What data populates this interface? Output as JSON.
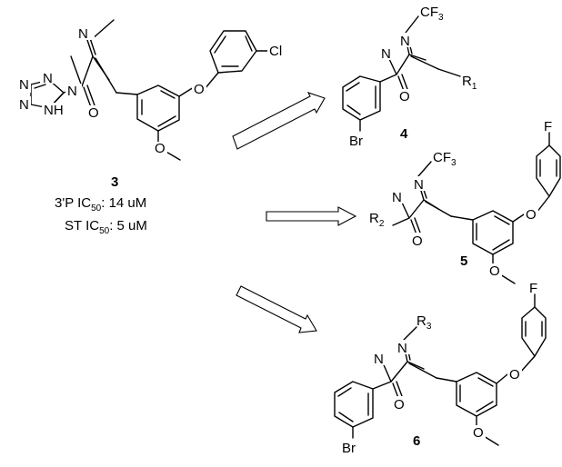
{
  "compound3": {
    "number": "3",
    "atoms": {
      "N_top": "N",
      "N_ring": "N",
      "O": "O",
      "Cl": "Cl",
      "O_ether": "O",
      "O_methoxy": "O",
      "tz_N1": "N",
      "tz_N2": "N",
      "tz_N3": "N",
      "tz_NH": "NH"
    },
    "activity": {
      "line1_prefix": "3'P IC",
      "line1_sub": "50",
      "line1_value": ": 14 uM",
      "line2_prefix": "ST IC",
      "line2_sub": "50",
      "line2_value": ": 5 uM"
    }
  },
  "compound4": {
    "number": "4",
    "atoms": {
      "CF3": "CF",
      "CF3_sub": "3",
      "N_top": "N",
      "N_ring": "N",
      "O": "O",
      "Br": "Br",
      "R": "R",
      "R_sub": "1"
    },
    "r_color": "#1a9e6e"
  },
  "compound5": {
    "number": "5",
    "atoms": {
      "CF3": "CF",
      "CF3_sub": "3",
      "N_top": "N",
      "N_ring": "N",
      "O": "O",
      "F": "F",
      "O_ether": "O",
      "O_methoxy": "O",
      "R": "R",
      "R_sub": "2"
    },
    "r_color": "#e0203a"
  },
  "compound6": {
    "number": "6",
    "atoms": {
      "N_top": "N",
      "N_ring": "N",
      "O": "O",
      "F": "F",
      "O_ether": "O",
      "O_methoxy": "O",
      "Br": "Br",
      "R": "R",
      "R_sub": "3"
    },
    "r_color": "#2b3fd6"
  }
}
